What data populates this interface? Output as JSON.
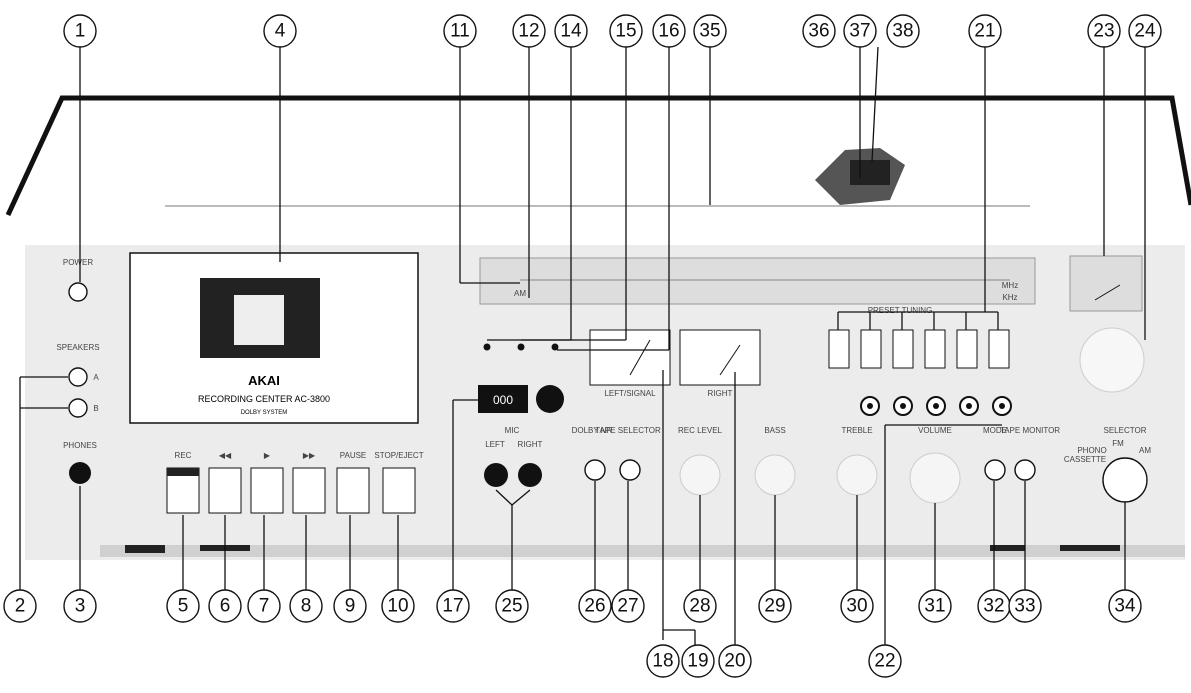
{
  "front_panel": {
    "brand": "AKAI",
    "model_line": "RECORDING CENTER AC-3800",
    "dolby_badge": "DOLBY SYSTEM",
    "labels": {
      "power": "POWER",
      "speakers": "SPEAKERS",
      "speaker_a": "A",
      "speaker_b": "B",
      "phones": "PHONES",
      "rec": "REC",
      "rewind": "◀◀",
      "play": "▶",
      "ffwd": "▶▶",
      "pause": "PAUSE",
      "stop_eject": "STOP/EJECT",
      "mic": "MIC",
      "mic_left": "LEFT",
      "mic_right": "RIGHT",
      "dolby_nr": "DOLBY NR",
      "tape_selector": "TAPE SELECTOR",
      "rec_level": "REC LEVEL",
      "bass": "BASS",
      "treble": "TREBLE",
      "volume": "VOLUME",
      "mode": "MODE",
      "tape_monitor": "TAPE MONITOR",
      "selector": "SELECTOR",
      "preset_tuning": "PRESET TUNING",
      "left_signal": "LEFT/SIGNAL",
      "right": "RIGHT",
      "am": "AM",
      "mhz": "MHz",
      "khz": "KHz",
      "fm": "FM",
      "phono": "PHONO",
      "cassette": "CASSETTE"
    },
    "counter": "000"
  },
  "callouts": [
    "1",
    "2",
    "3",
    "4",
    "5",
    "6",
    "7",
    "8",
    "9",
    "10",
    "11",
    "12",
    "14",
    "15",
    "16",
    "17",
    "18",
    "19",
    "20",
    "21",
    "22",
    "23",
    "24",
    "25",
    "26",
    "27",
    "28",
    "29",
    "30",
    "31",
    "32",
    "33",
    "34",
    "35",
    "36",
    "37",
    "38"
  ]
}
